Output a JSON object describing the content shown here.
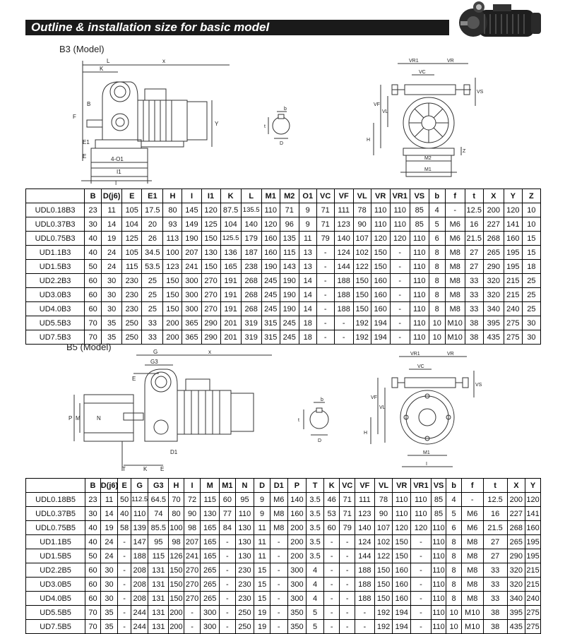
{
  "page": {
    "title": "Outline & installation size for basic model",
    "b3_label": "B3 (Model)",
    "b5_label": "B5 (Model)"
  },
  "drawing_labels": {
    "b3_side": {
      "L": "L",
      "x": "x",
      "K": "K",
      "B": "B",
      "F": "F",
      "E1": "E1",
      "E": "E",
      "Y": "Y",
      "O1": "4-O1",
      "I": "I",
      "I1": "I1"
    },
    "b3_shaft": {
      "b": "b",
      "t": "t",
      "D": "D"
    },
    "b3_front": {
      "VR1": "VR1",
      "VR": "VR",
      "VC": "VC",
      "VS": "VS",
      "VF": "VF",
      "VL": "VL",
      "H": "H",
      "Z": "Z",
      "M2": "M2",
      "M1": "M1"
    },
    "b5_side": {
      "G": "G",
      "x": "x",
      "G3": "G3",
      "E": "E",
      "P": "P",
      "M": "M",
      "N": "N",
      "D1": "D1",
      "T": "T",
      "K": "K",
      "E2": "E"
    },
    "b5_shaft": {
      "b": "b",
      "t": "t",
      "D": "D"
    },
    "b5_front": {
      "VR1": "VR1",
      "VR": "VR",
      "VC": "VC",
      "VS": "VS",
      "VF": "VF",
      "VL": "VL",
      "H": "H",
      "M1": "M1",
      "I": "I"
    }
  },
  "b3_table": {
    "headers": [
      "",
      "B",
      "D(j6)",
      "E",
      "E1",
      "H",
      "I",
      "I1",
      "K",
      "L",
      "M1",
      "M2",
      "O1",
      "VC",
      "VF",
      "VL",
      "VR",
      "VR1",
      "VS",
      "b",
      "f",
      "t",
      "X",
      "Y",
      "Z"
    ],
    "rows": [
      [
        "UDL0.18B3",
        "23",
        "11",
        "105",
        "17.5",
        "80",
        "145",
        "120",
        "87.5",
        "135.5",
        "110",
        "71",
        "9",
        "71",
        "111",
        "78",
        "110",
        "110",
        "85",
        "4",
        "-",
        "12.5",
        "200",
        "120",
        "10"
      ],
      [
        "UDL0.37B3",
        "30",
        "14",
        "104",
        "20",
        "93",
        "149",
        "125",
        "104",
        "140",
        "120",
        "96",
        "9",
        "71",
        "123",
        "90",
        "110",
        "110",
        "85",
        "5",
        "M6",
        "16",
        "227",
        "141",
        "10"
      ],
      [
        "UDL0.75B3",
        "40",
        "19",
        "125",
        "26",
        "113",
        "190",
        "150",
        "125.5",
        "179",
        "160",
        "135",
        "11",
        "79",
        "140",
        "107",
        "120",
        "120",
        "110",
        "6",
        "M6",
        "21.5",
        "268",
        "160",
        "15"
      ],
      [
        "UD1.1B3",
        "40",
        "24",
        "105",
        "34.5",
        "100",
        "207",
        "130",
        "136",
        "187",
        "160",
        "115",
        "13",
        "-",
        "124",
        "102",
        "150",
        "-",
        "110",
        "8",
        "M8",
        "27",
        "265",
        "195",
        "15"
      ],
      [
        "UD1.5B3",
        "50",
        "24",
        "115",
        "53.5",
        "123",
        "241",
        "150",
        "165",
        "238",
        "190",
        "143",
        "13",
        "-",
        "144",
        "122",
        "150",
        "-",
        "110",
        "8",
        "M8",
        "27",
        "290",
        "195",
        "18"
      ],
      [
        "UD2.2B3",
        "60",
        "30",
        "230",
        "25",
        "150",
        "300",
        "270",
        "191",
        "268",
        "245",
        "190",
        "14",
        "-",
        "188",
        "150",
        "160",
        "-",
        "110",
        "8",
        "M8",
        "33",
        "320",
        "215",
        "25"
      ],
      [
        "UD3.0B3",
        "60",
        "30",
        "230",
        "25",
        "150",
        "300",
        "270",
        "191",
        "268",
        "245",
        "190",
        "14",
        "-",
        "188",
        "150",
        "160",
        "-",
        "110",
        "8",
        "M8",
        "33",
        "320",
        "215",
        "25"
      ],
      [
        "UD4.0B3",
        "60",
        "30",
        "230",
        "25",
        "150",
        "300",
        "270",
        "191",
        "268",
        "245",
        "190",
        "14",
        "-",
        "188",
        "150",
        "160",
        "-",
        "110",
        "8",
        "M8",
        "33",
        "340",
        "240",
        "25"
      ],
      [
        "UD5.5B3",
        "70",
        "35",
        "250",
        "33",
        "200",
        "365",
        "290",
        "201",
        "319",
        "315",
        "245",
        "18",
        "-",
        "-",
        "192",
        "194",
        "-",
        "110",
        "10",
        "M10",
        "38",
        "395",
        "275",
        "30"
      ],
      [
        "UD7.5B3",
        "70",
        "35",
        "250",
        "33",
        "200",
        "365",
        "290",
        "201",
        "319",
        "315",
        "245",
        "18",
        "-",
        "-",
        "192",
        "194",
        "-",
        "110",
        "10",
        "M10",
        "38",
        "435",
        "275",
        "30"
      ]
    ]
  },
  "b5_table": {
    "headers": [
      "",
      "B",
      "D(j6)",
      "E",
      "G",
      "G3",
      "H",
      "I",
      "M",
      "M1",
      "N",
      "D",
      "D1",
      "P",
      "T",
      "K",
      "VC",
      "VF",
      "VL",
      "VR",
      "VR1",
      "VS",
      "b",
      "f",
      "t",
      "X",
      "Y"
    ],
    "rows": [
      [
        "UDL0.18B5",
        "23",
        "11",
        "50",
        "112.5",
        "64.5",
        "70",
        "72",
        "115",
        "60",
        "95",
        "9",
        "M6",
        "140",
        "3.5",
        "46",
        "71",
        "111",
        "78",
        "110",
        "110",
        "85",
        "4",
        "-",
        "12.5",
        "200",
        "120"
      ],
      [
        "UDL0.37B5",
        "30",
        "14",
        "40",
        "110",
        "74",
        "80",
        "90",
        "130",
        "77",
        "110",
        "9",
        "M8",
        "160",
        "3.5",
        "53",
        "71",
        "123",
        "90",
        "110",
        "110",
        "85",
        "5",
        "M6",
        "16",
        "227",
        "141"
      ],
      [
        "UDL0.75B5",
        "40",
        "19",
        "58",
        "139",
        "85.5",
        "100",
        "98",
        "165",
        "84",
        "130",
        "11",
        "M8",
        "200",
        "3.5",
        "60",
        "79",
        "140",
        "107",
        "120",
        "120",
        "110",
        "6",
        "M6",
        "21.5",
        "268",
        "160"
      ],
      [
        "UD1.1B5",
        "40",
        "24",
        "-",
        "147",
        "95",
        "98",
        "207",
        "165",
        "-",
        "130",
        "11",
        "-",
        "200",
        "3.5",
        "-",
        "-",
        "124",
        "102",
        "150",
        "-",
        "110",
        "8",
        "M8",
        "27",
        "265",
        "195"
      ],
      [
        "UD1.5B5",
        "50",
        "24",
        "-",
        "188",
        "115",
        "126",
        "241",
        "165",
        "-",
        "130",
        "11",
        "-",
        "200",
        "3.5",
        "-",
        "-",
        "144",
        "122",
        "150",
        "-",
        "110",
        "8",
        "M8",
        "27",
        "290",
        "195"
      ],
      [
        "UD2.2B5",
        "60",
        "30",
        "-",
        "208",
        "131",
        "150",
        "270",
        "265",
        "-",
        "230",
        "15",
        "-",
        "300",
        "4",
        "-",
        "-",
        "188",
        "150",
        "160",
        "-",
        "110",
        "8",
        "M8",
        "33",
        "320",
        "215"
      ],
      [
        "UD3.0B5",
        "60",
        "30",
        "-",
        "208",
        "131",
        "150",
        "270",
        "265",
        "-",
        "230",
        "15",
        "-",
        "300",
        "4",
        "-",
        "-",
        "188",
        "150",
        "160",
        "-",
        "110",
        "8",
        "M8",
        "33",
        "320",
        "215"
      ],
      [
        "UD4.0B5",
        "60",
        "30",
        "-",
        "208",
        "131",
        "150",
        "270",
        "265",
        "-",
        "230",
        "15",
        "-",
        "300",
        "4",
        "-",
        "-",
        "188",
        "150",
        "160",
        "-",
        "110",
        "8",
        "M8",
        "33",
        "340",
        "240"
      ],
      [
        "UD5.5B5",
        "70",
        "35",
        "-",
        "244",
        "131",
        "200",
        "-",
        "300",
        "-",
        "250",
        "19",
        "-",
        "350",
        "5",
        "-",
        "-",
        "-",
        "192",
        "194",
        "-",
        "110",
        "10",
        "M10",
        "38",
        "395",
        "275"
      ],
      [
        "UD7.5B5",
        "70",
        "35",
        "-",
        "244",
        "131",
        "200",
        "-",
        "300",
        "-",
        "250",
        "19",
        "-",
        "350",
        "5",
        "-",
        "-",
        "-",
        "192",
        "194",
        "-",
        "110",
        "10",
        "M10",
        "38",
        "435",
        "275"
      ]
    ]
  }
}
